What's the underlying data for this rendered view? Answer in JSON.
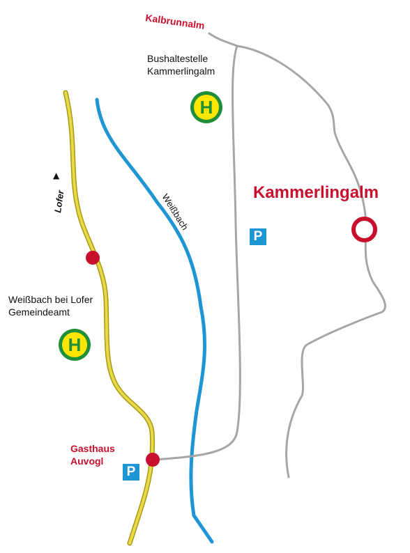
{
  "places": {
    "kalbrunnalm": "Kalbrunnalm",
    "bus_stop_top_line1": "Bushaltestelle",
    "bus_stop_top_line2": "Kammerlingalm",
    "kammerlingalm": "Kammerlingalm",
    "weissbach_bei_lofer": "Weißbach bei Lofer",
    "gemeindeamt": "Gemeindeamt",
    "gasthaus": "Gasthaus",
    "auvogl": "Auvogl"
  },
  "features": {
    "stream": "Weißbach",
    "direction": "Lofer",
    "direction_arrow": "▲",
    "bus_symbol": "H",
    "parking_symbol": "P"
  },
  "colors": {
    "main_road": "#e8d94a",
    "main_road_outline": "#a89a10",
    "path": "#a6a6a6",
    "stream": "#1e95d4",
    "accent_red": "#c8102e",
    "bus_green": "#1f8f3a",
    "bus_yellow": "#ffe600",
    "parking_blue": "#1e95d4"
  }
}
